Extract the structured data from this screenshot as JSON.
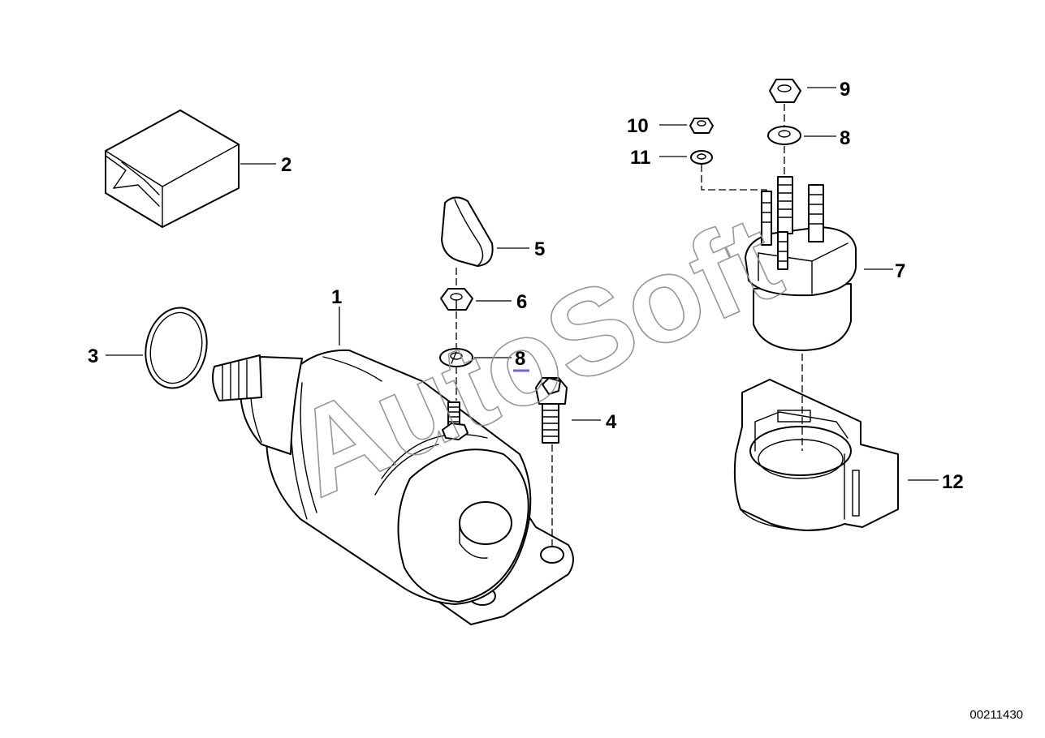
{
  "diagram": {
    "watermark": "AutoSoft",
    "diagram_number": "00211430",
    "callouts": {
      "c1": "1",
      "c2": "2",
      "c3": "3",
      "c4": "4",
      "c5": "5",
      "c6": "6",
      "c7": "7",
      "c8a": "8",
      "c8b": "8",
      "c9": "9",
      "c10": "10",
      "c11": "11",
      "c12": "12"
    }
  },
  "colors": {
    "line": "#000000",
    "background": "#ffffff",
    "watermark": "#8c8c8c",
    "blue_mark": "#6a6ad8"
  }
}
